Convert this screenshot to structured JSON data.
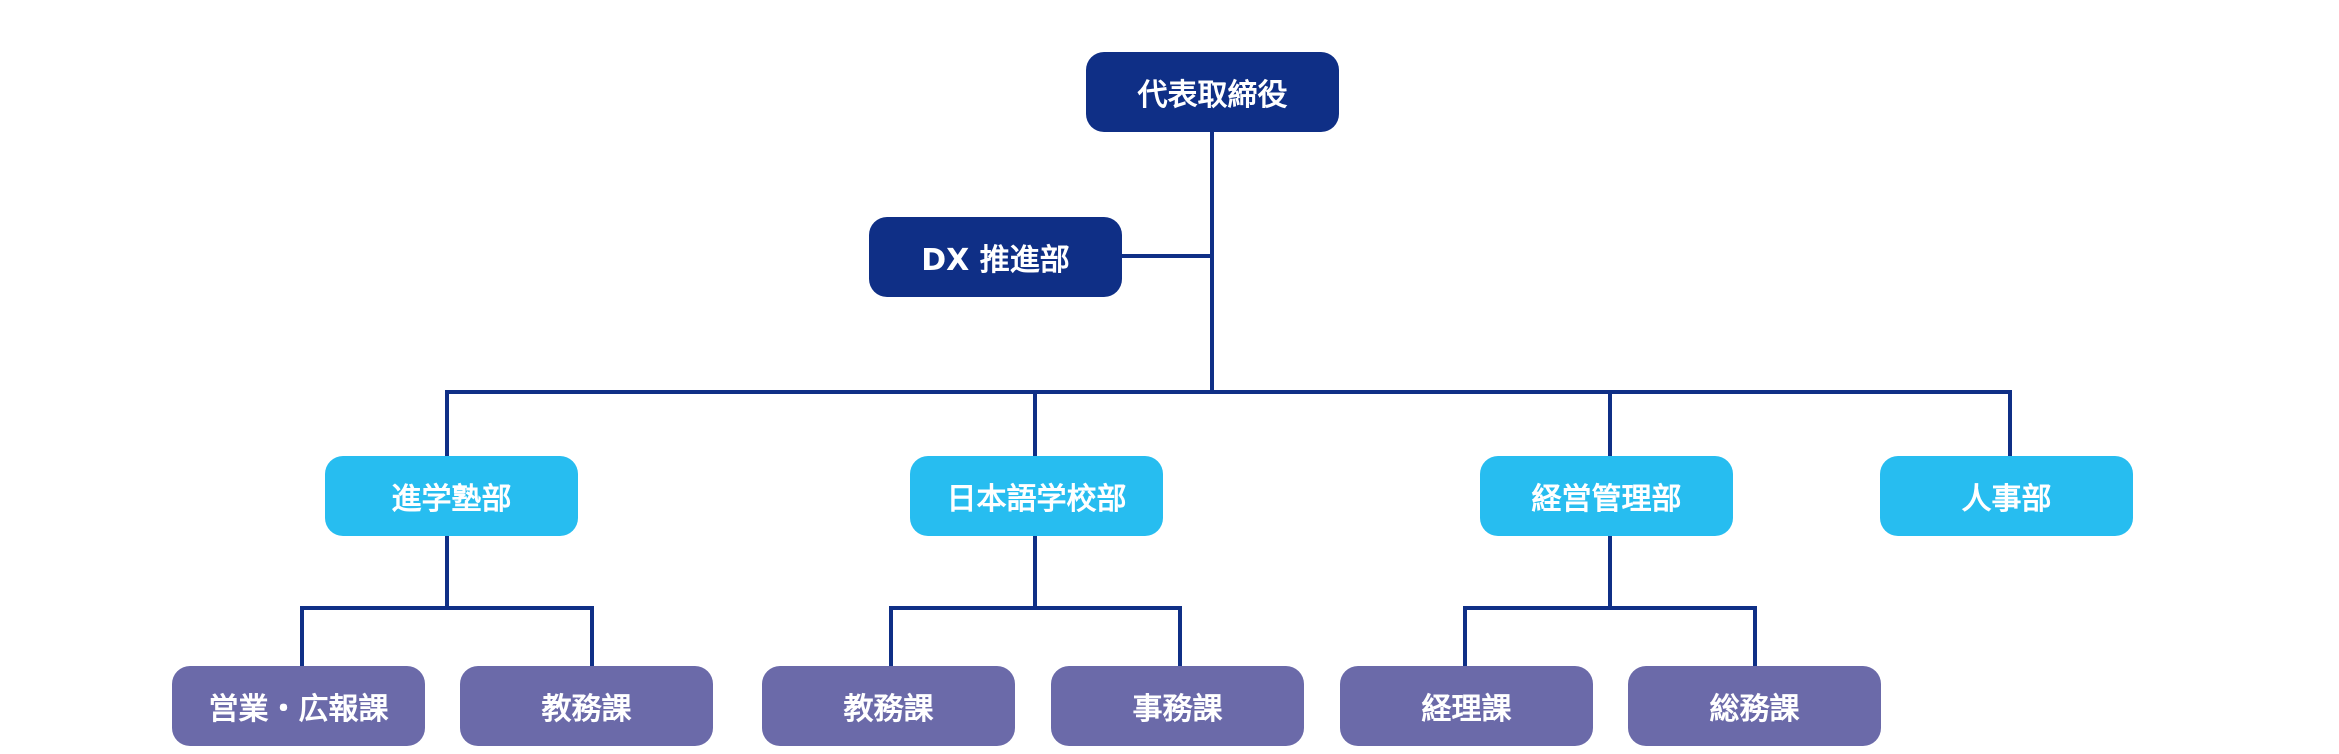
{
  "colors": {
    "executive": "#0f2f86",
    "department": "#27bdf0",
    "section": "#6b6aa9",
    "connector": "#0f2f86",
    "background": "#ffffff"
  },
  "nodes": {
    "ceo": "代表取締役",
    "dx": "DX 推進部",
    "juku": "進学塾部",
    "nihongo": "日本語学校部",
    "keiei": "経営管理部",
    "jinji": "人事部",
    "juku_sales": "営業・広報課",
    "juku_kyomu": "教務課",
    "nihongo_kyomu": "教務課",
    "nihongo_jimu": "事務課",
    "keiei_keiri": "経理課",
    "keiei_somu": "総務課"
  }
}
